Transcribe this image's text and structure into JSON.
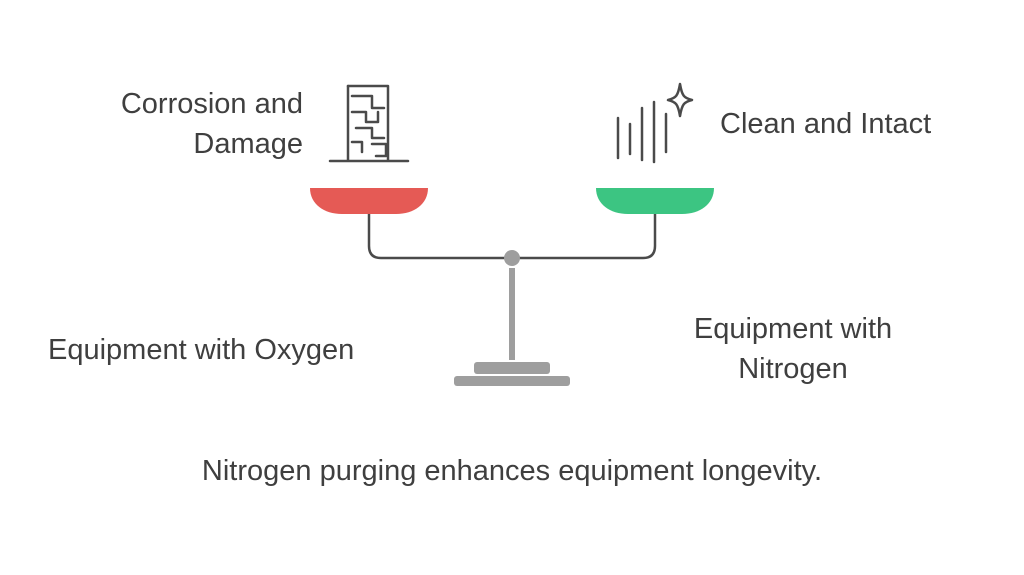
{
  "left_pan": {
    "title_lines": [
      "Corrosion and",
      "Damage"
    ],
    "caption": "Equipment with Oxygen",
    "color": "#e55a55",
    "icon": "corroded-pillar-icon"
  },
  "right_pan": {
    "title": "Clean and Intact",
    "caption_lines": [
      "Equipment with",
      "Nitrogen"
    ],
    "color": "#3cc582",
    "icon": "sparkle-lines-icon"
  },
  "scale": {
    "color": "#9e9e9e",
    "icon": "balance-scale-icon"
  },
  "footer": {
    "caption": "Nitrogen purging enhances equipment longevity."
  }
}
